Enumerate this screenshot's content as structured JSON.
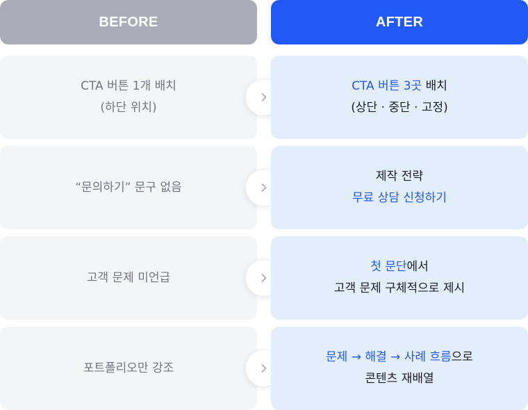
{
  "headers": {
    "before": "BEFORE",
    "after": "AFTER"
  },
  "rows": [
    {
      "before": [
        "CTA 버튼 1개 배치",
        "(하단 위치)"
      ],
      "after": [
        [
          {
            "t": "CTA 버튼 3곳",
            "hl": true
          },
          {
            "t": " 배치",
            "hl": false
          }
        ],
        [
          {
            "t": "(상단 · 중단 · 고정)",
            "hl": false
          }
        ]
      ]
    },
    {
      "before": [
        "“문의하기” 문구 없음"
      ],
      "after": [
        [
          {
            "t": "제작 전략",
            "hl": false
          }
        ],
        [
          {
            "t": "무료 상담 신청하기",
            "hl": true
          }
        ]
      ]
    },
    {
      "before": [
        "고객 문제 미언급"
      ],
      "after": [
        [
          {
            "t": "첫 문단",
            "hl": true
          },
          {
            "t": "에서",
            "hl": false
          }
        ],
        [
          {
            "t": "고객 문제 구체적으로 제시",
            "hl": false
          }
        ]
      ]
    },
    {
      "before": [
        "포트폴리오만 강조"
      ],
      "after": [
        [
          {
            "t": "문제 → 해결 → 사례 흐름",
            "hl": true
          },
          {
            "t": "으로",
            "hl": false
          }
        ],
        [
          {
            "t": "콘텐츠 재배열",
            "hl": false
          }
        ]
      ]
    }
  ],
  "icons": {
    "arrow": "chevron-right-icon"
  },
  "colors": {
    "accent": "#2158f6",
    "before_header": "#a9adb7",
    "after_card": "#e3eefd",
    "before_card": "#f4f5f7"
  }
}
